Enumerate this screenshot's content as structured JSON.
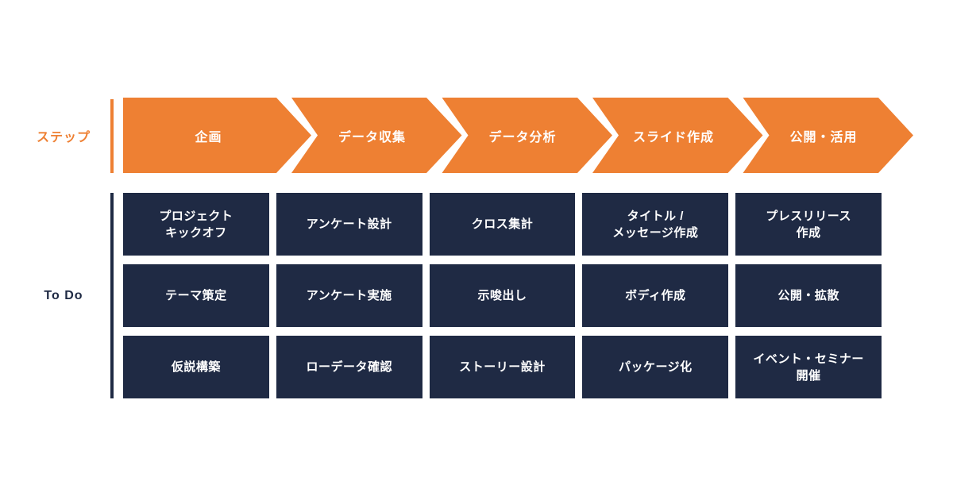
{
  "colors": {
    "accent_orange": "#EE8033",
    "navy": "#1F2A44",
    "background": "#FFFFFF",
    "text_on_fill": "#FFFFFF"
  },
  "steps": {
    "label": "ステップ",
    "items": [
      {
        "label": "企画"
      },
      {
        "label": "データ収集"
      },
      {
        "label": "データ分析"
      },
      {
        "label": "スライド作成"
      },
      {
        "label": "公開・活用"
      }
    ]
  },
  "todo": {
    "label": "To Do",
    "rows": [
      [
        "プロジェクト\nキックオフ",
        "アンケート設計",
        "クロス集計",
        "タイトル /\nメッセージ作成",
        "プレスリリース\n作成"
      ],
      [
        "テーマ策定",
        "アンケート実施",
        "示唆出し",
        "ボディ作成",
        "公開・拡散"
      ],
      [
        "仮説構築",
        "ローデータ確認",
        "ストーリー設計",
        "パッケージ化",
        "イベント・セミナー\n開催"
      ]
    ]
  }
}
